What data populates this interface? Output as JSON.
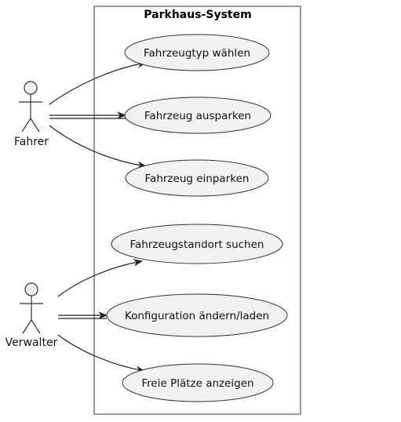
{
  "system": {
    "title": "Parkhaus-System"
  },
  "actors": [
    {
      "id": "fahrer",
      "label": "Fahrer"
    },
    {
      "id": "verwalter",
      "label": "Verwalter"
    }
  ],
  "use_cases": [
    {
      "id": "uc1",
      "label": "Fahrzeugtyp wählen"
    },
    {
      "id": "uc2",
      "label": "Fahrzeug ausparken"
    },
    {
      "id": "uc3",
      "label": "Fahrzeug einparken"
    },
    {
      "id": "uc4",
      "label": "Fahrzeugstandort suchen"
    },
    {
      "id": "uc5",
      "label": "Konfiguration ändern/laden"
    },
    {
      "id": "uc6",
      "label": "Freie Plätze anzeigen"
    }
  ],
  "associations": [
    {
      "from": "fahrer",
      "to": "uc1"
    },
    {
      "from": "fahrer",
      "to": "uc2"
    },
    {
      "from": "fahrer",
      "to": "uc3"
    },
    {
      "from": "verwalter",
      "to": "uc4"
    },
    {
      "from": "verwalter",
      "to": "uc5"
    },
    {
      "from": "verwalter",
      "to": "uc6"
    }
  ],
  "colors": {
    "usecase_fill": "#f1f1f1",
    "stroke": "#333333"
  }
}
